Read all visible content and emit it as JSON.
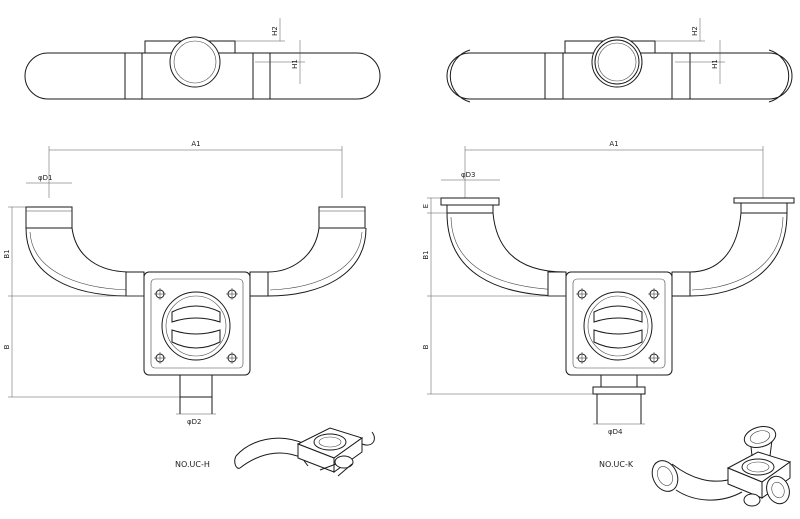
{
  "labels": {
    "a1_left": "A1",
    "a1_right": "A1",
    "b1_left": "B1",
    "b1_right": "B1",
    "b_left": "B",
    "b_right": "B",
    "e_right": "E",
    "h1_left": "H1",
    "h2_left": "H2",
    "h1_right": "H1",
    "h2_right": "H2",
    "d1": "φD1",
    "d2": "φD2",
    "d3": "φD3",
    "d4": "φD4"
  },
  "captions": {
    "left_model": "NO.UC-H",
    "right_model": "NO.UC-K"
  }
}
